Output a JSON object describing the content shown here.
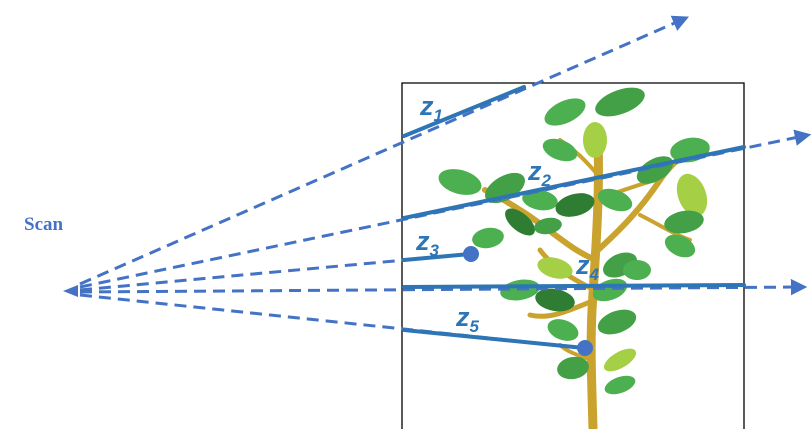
{
  "scan_label": "Scan",
  "measurements": [
    {
      "label": "z",
      "sub": "1"
    },
    {
      "label": "z",
      "sub": "2"
    },
    {
      "label": "z",
      "sub": "3"
    },
    {
      "label": "z",
      "sub": "4"
    },
    {
      "label": "z",
      "sub": "5"
    }
  ],
  "colors": {
    "ray": "#4472c4",
    "measurement": "#2e75b6",
    "leaf": "#4caf50",
    "leaf_dark": "#2e7d32",
    "leaf_light": "#a5cf45",
    "stem": "#c9a32e",
    "frame": "#000000"
  }
}
